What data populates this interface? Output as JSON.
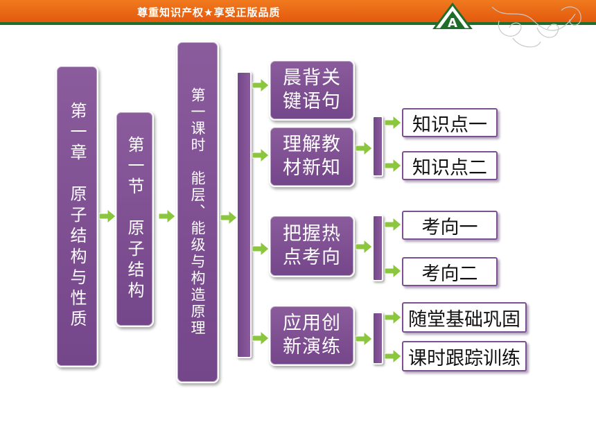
{
  "banner": {
    "slogan": "尊重知识产权★享受正版品质",
    "logo_letter": "A"
  },
  "tree": {
    "chapter": "第一章　原子结构与性质",
    "section": "第一节　原子结构",
    "lesson": "第一课时　能层、能级与构造原理",
    "branches": [
      {
        "label_line1": "晨背关",
        "label_line2": "键语句",
        "children": []
      },
      {
        "label_line1": "理解教",
        "label_line2": "材新知",
        "children": [
          "知识点一",
          "知识点二"
        ]
      },
      {
        "label_line1": "把握热",
        "label_line2": "点考向",
        "children": [
          "考向一",
          "考向二"
        ]
      },
      {
        "label_line1": "应用创",
        "label_line2": "新演练",
        "children": [
          "随堂基础巩固",
          "课时跟踪训练"
        ]
      }
    ]
  },
  "colors": {
    "box_purple": "#7c4f92",
    "arrow_green": "#8cc63f",
    "banner_orange": "#ea6a14",
    "banner_green": "#1e6e2a"
  }
}
